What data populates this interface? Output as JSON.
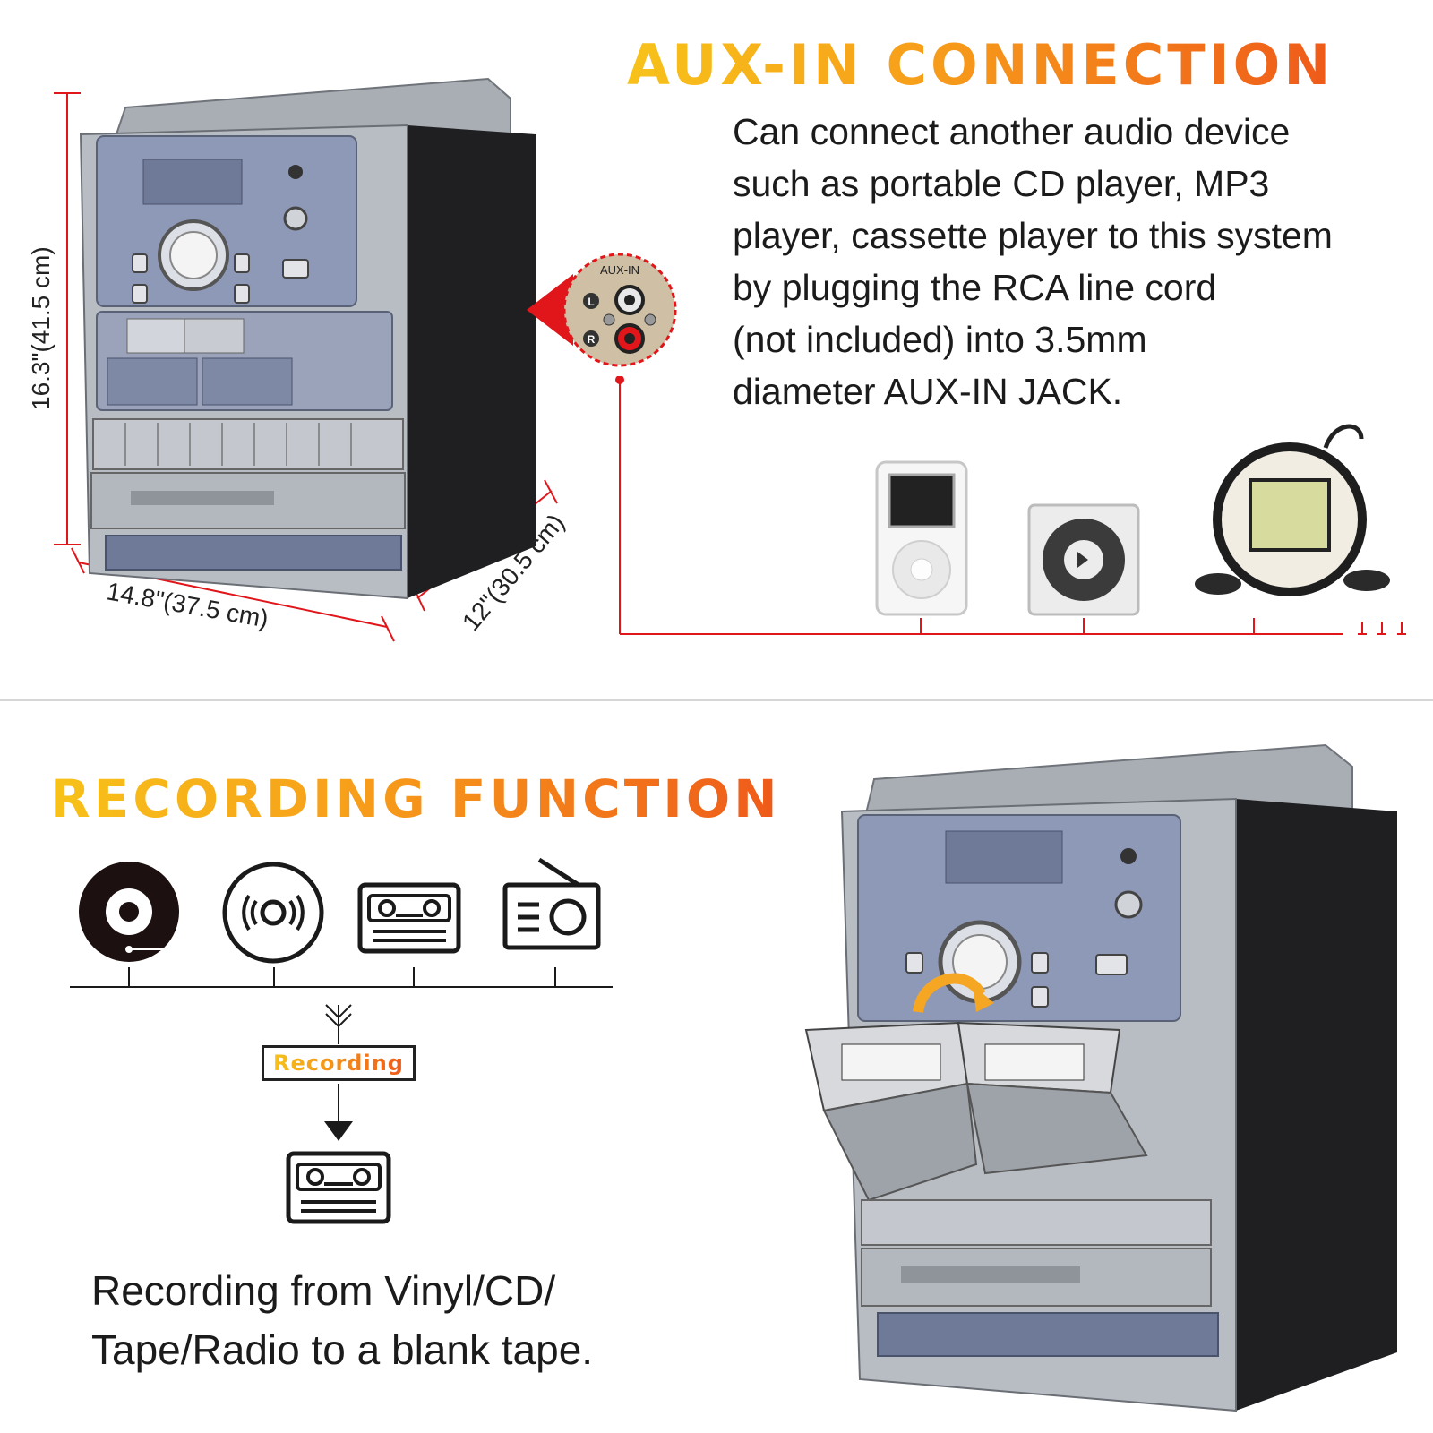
{
  "aux": {
    "headline": "AUX-IN CONNECTION",
    "description": [
      "Can connect another audio device",
      "such as portable CD player, MP3",
      "player, cassette player to this system",
      "by plugging the RCA line cord",
      "(not included) into 3.5mm",
      "diameter AUX-IN JACK."
    ],
    "jack_label": "AUX-IN",
    "jack_left": "L",
    "jack_right": "R"
  },
  "dimensions": {
    "height": "16.3\"(41.5 cm)",
    "width": "14.8\"(37.5 cm)",
    "depth": "12\"(30.5 cm)"
  },
  "recording": {
    "headline": "RECORDING FUNCTION",
    "box_label": "Recording",
    "caption": [
      "Recording from Vinyl/CD/",
      "Tape/Radio to a blank tape."
    ],
    "sources": [
      "vinyl-icon",
      "cd-icon",
      "cassette-icon",
      "radio-icon"
    ]
  },
  "colors": {
    "headline_start": "#f7c21a",
    "headline_end": "#ef5a1a",
    "accent_red": "#e0161b",
    "unit_silver": "#a7abb2",
    "panel_blue": "#8e99b7"
  }
}
